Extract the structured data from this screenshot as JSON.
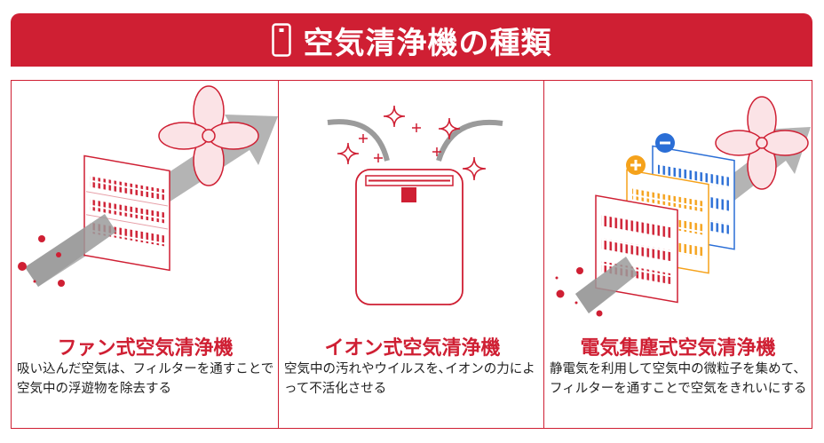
{
  "header": {
    "title": "空気清浄機の種類",
    "icon": "air-purifier-icon"
  },
  "panels": [
    {
      "title": "ファン式空気清浄機",
      "description": "吸い込んだ空気は、フィルターを通すことで空気中の浮遊物を除去する",
      "illustration": "fan-filter-illustration"
    },
    {
      "title": "イオン式空気清浄機",
      "description": "空気中の汚れやウイルスを､イオンの力によって不活化させる",
      "illustration": "ion-purifier-illustration"
    },
    {
      "title": "電気集塵式空気清浄機",
      "description": "静電気を利用して空気中の微粒子を集めて、フィルターを通すことで空気をきれいにする",
      "illustration": "electrostatic-filter-illustration"
    }
  ],
  "colors": {
    "accent": "#cf1f33",
    "plus_charge": "#f5a21b",
    "minus_charge": "#2a6ed6",
    "arrow": "#9b9b9b"
  }
}
